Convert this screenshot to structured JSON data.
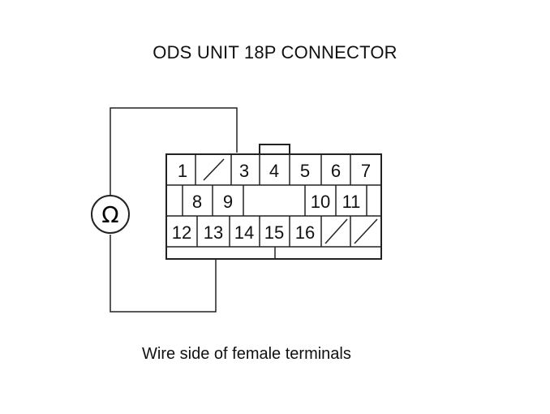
{
  "title": "ODS UNIT 18P CONNECTOR",
  "caption": "Wire side of female terminals",
  "meter_symbol": "Ω",
  "pins": {
    "p1": "1",
    "p3": "3",
    "p4": "4",
    "p5": "5",
    "p6": "6",
    "p7": "7",
    "p8": "8",
    "p9": "9",
    "p10": "10",
    "p11": "11",
    "p12": "12",
    "p13": "13",
    "p14": "14",
    "p15": "15",
    "p16": "16"
  },
  "probe_terminals": [
    "3",
    "13"
  ]
}
